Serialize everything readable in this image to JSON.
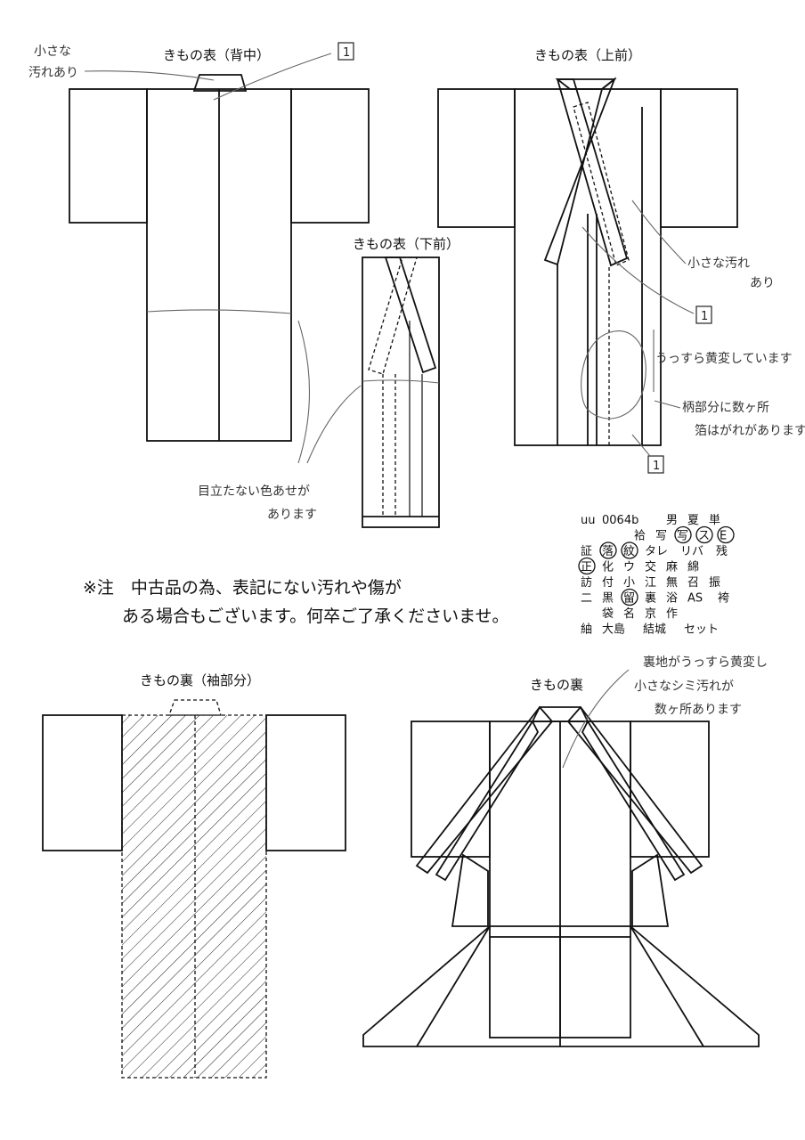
{
  "titles": {
    "front_back": "きもの表（背中）",
    "front_upper": "きもの表（上前）",
    "front_lower": "きもの表（下前）",
    "lining_sleeve": "きもの裏（袖部分）",
    "lining": "きもの裏"
  },
  "annotations": {
    "small_stain": "小さな汚れあり",
    "small_stain_l1": "小さな",
    "small_stain_l2": "汚れあり",
    "right_small_stain_l1": "小さな汚れ",
    "right_small_stain_l2": "あり",
    "marker_number": "1",
    "faint_yellow": "うっすら黄変しています",
    "pattern_foil_l1": "柄部分に数ヶ所",
    "pattern_foil_l2": "箔はがれがあります",
    "fading_l1": "目立たない色あせが",
    "fading_l2": "あります",
    "lining_l1": "裏地がうっすら黄変し",
    "lining_l2": "小さなシミ汚れが",
    "lining_l3": "数ヶ所あります"
  },
  "disclaimer": {
    "line1": "※注　中古品の為、表記にない汚れや傷が",
    "line2": "ある場合もございます。何卒ご了承くださいませ。"
  },
  "code_table": {
    "id": "uu",
    "number": "0064b",
    "rows": [
      [
        "男",
        "夏",
        "単"
      ],
      [
        "袷",
        "写",
        "写",
        "ス",
        "E"
      ],
      [
        "証",
        "落",
        "紋",
        "タレ",
        "リバ",
        "残"
      ],
      [
        "正",
        "化",
        "ウ",
        "交",
        "麻",
        "綿"
      ],
      [
        "訪",
        "付",
        "小",
        "江",
        "無",
        "召",
        "振"
      ],
      [
        "二",
        "黒",
        "留",
        "裏",
        "浴",
        "AS",
        "袴"
      ],
      [
        "袋",
        "名",
        "京",
        "作"
      ],
      [
        "紬",
        "大島",
        "結城",
        "セット"
      ]
    ],
    "circled": [
      "写",
      "ス",
      "E",
      "落",
      "紋",
      "正",
      "留"
    ]
  }
}
